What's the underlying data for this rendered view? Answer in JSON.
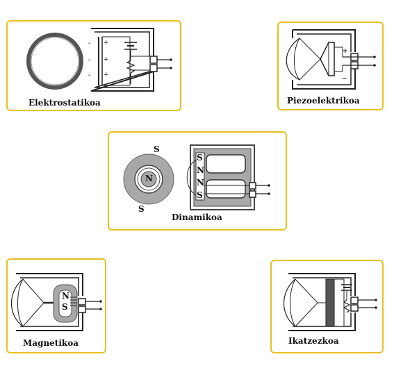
{
  "panels": {
    "electrostatic": {
      "label": "Elektrostatikoa",
      "charge_minus": "-",
      "charge_plus": "+"
    },
    "piezo": {
      "label": "Piezoelektrikoa",
      "plus": "+",
      "minus": "−"
    },
    "dynamic": {
      "label": "Dinamikoa",
      "S": "S",
      "N": "N"
    },
    "magnetic": {
      "label": "Magnetikoa",
      "N": "N",
      "S": "S"
    },
    "carbon": {
      "label": "Ikatzezkoa"
    }
  },
  "colors": {
    "border": "#e8c020",
    "magnet_gray": "#a8a8a8",
    "dark": "#555555"
  }
}
